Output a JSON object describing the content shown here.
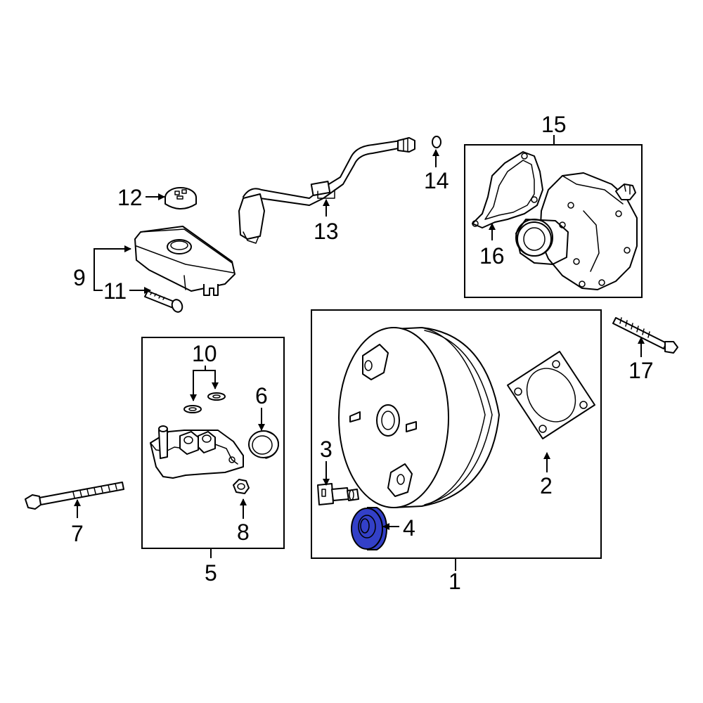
{
  "callouts": {
    "c1": "1",
    "c2": "2",
    "c3": "3",
    "c4": "4",
    "c5": "5",
    "c6": "6",
    "c7": "7",
    "c8": "8",
    "c9": "9",
    "c10": "10",
    "c11": "11",
    "c12": "12",
    "c13": "13",
    "c14": "14",
    "c15": "15",
    "c16": "16",
    "c17": "17"
  },
  "highlight": {
    "part": "4",
    "color": "#3340c8"
  }
}
